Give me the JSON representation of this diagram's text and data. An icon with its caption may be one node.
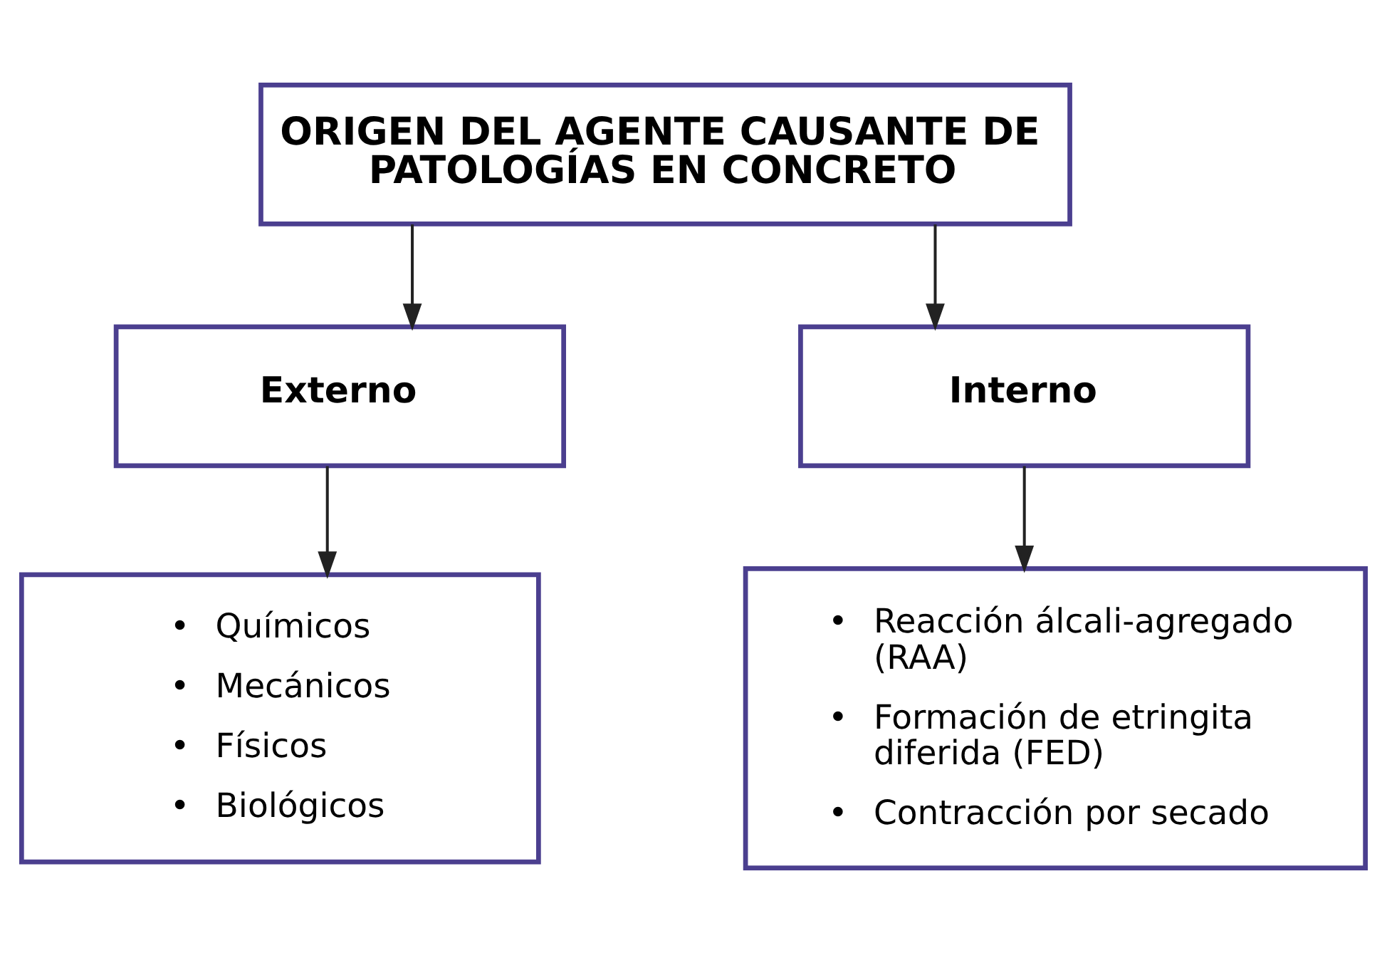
{
  "diagram": {
    "nodes": [
      {
        "text": [
          "ORIGEN DEL AGENTE CAUSANTE DE PATOLOGÍAS EN CONCRETO"
        ]
      },
      {
        "text": [
          "Externo"
        ]
      },
      {
        "text": [
          "Interno"
        ]
      },
      {
        "text": [
          "• Químicos",
          "• Mecánicos",
          "• Físicos",
          "• Biológicos"
        ]
      },
      {
        "text": [
          "• Reacción álcali-agregado (RAA)",
          "• Formación de etringita diferida (FED)",
          "• Contracción por secado"
        ]
      }
    ],
    "edges": [
      {
        "from": 0,
        "to": 1,
        "arrow": "to"
      },
      {
        "from": 0,
        "to": 2,
        "arrow": "to"
      },
      {
        "from": 1,
        "to": 3,
        "arrow": "to"
      },
      {
        "from": 2,
        "to": 4,
        "arrow": "to"
      }
    ]
  }
}
